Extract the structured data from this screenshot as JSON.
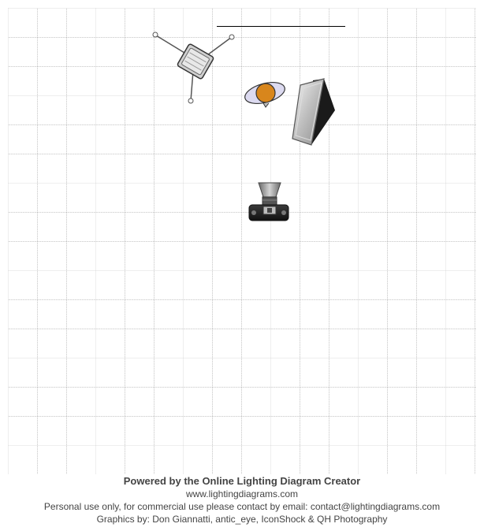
{
  "footer": {
    "title": "Powered by the Online Lighting Diagram Creator",
    "site": "www.lightingdiagrams.com",
    "license": "Personal use only, for commercial use please contact by email: contact@lightingdiagrams.com",
    "credits": "Graphics by: Don Giannatti, antic_eye, IconShock & QH Photography"
  },
  "diagram": {
    "equipment": [
      {
        "name": "reflector-stand",
        "icon": "reflector-stand-icon"
      },
      {
        "name": "head-flash",
        "icon": "flash-head-icon",
        "color": "#d8861c"
      },
      {
        "name": "softbox",
        "icon": "softbox-icon"
      },
      {
        "name": "camera",
        "icon": "camera-icon"
      }
    ],
    "grid": true,
    "colors": {
      "grid": "#bdbdbd",
      "flash_gel": "#d8861c",
      "flash_disc": "#c8c4e8",
      "text": "#444444"
    }
  }
}
